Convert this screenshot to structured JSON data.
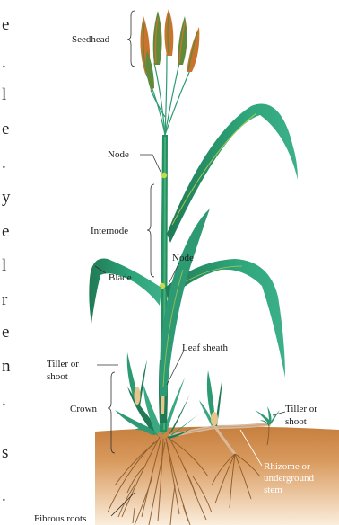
{
  "diagram": {
    "labels": {
      "seedhead": "Seedhead",
      "node_upper": "Node",
      "internode": "Internode",
      "node_lower": "Node",
      "blade": "Blade",
      "leaf_sheath": "Leaf sheath",
      "tiller_left_1": "Tiller or",
      "tiller_left_2": "shoot",
      "crown": "Crown",
      "tiller_right_1": "Tiller or",
      "tiller_right_2": "shoot",
      "rhizome_1": "Rhizome or",
      "rhizome_2": "underground",
      "rhizome_3": "stem",
      "fibrous_roots": "Fibrous roots"
    },
    "margin_text": [
      "e",
      ".",
      "l",
      "e",
      ".",
      "y",
      "e",
      "l",
      "r",
      "e",
      "n",
      ".",
      "s",
      "."
    ],
    "colors": {
      "leaf": "#2e9a73",
      "leaf_dark": "#1f7a55",
      "leaf_highlight": "#c9d84a",
      "stem": "#25905f",
      "soil_top": "#c98545",
      "soil_bottom": "#f3d9b8",
      "root": "#8a5a2c",
      "rhizome": "#d9b99a",
      "seed_orange": "#c8742e",
      "seed_green": "#5f8a3a",
      "label_line": "#333333"
    }
  }
}
